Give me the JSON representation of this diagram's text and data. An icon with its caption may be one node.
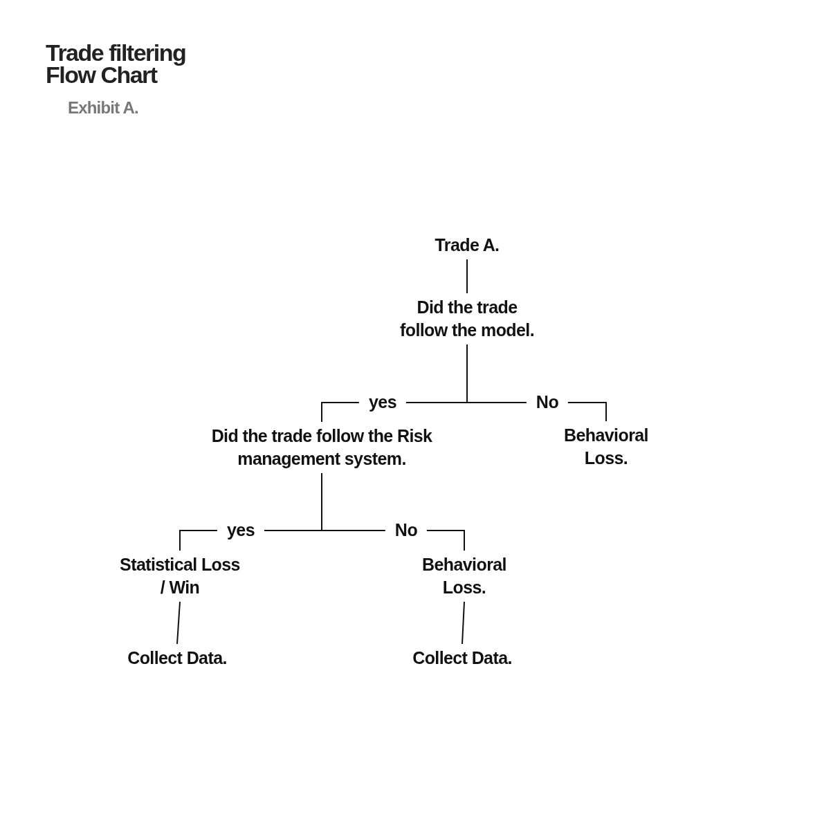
{
  "diagram": {
    "title": "Trade filtering Flow Chart",
    "nodes": [
      {
        "text": [
          "Trade A."
        ]
      },
      {
        "text": [
          "Did the trade follow the model."
        ]
      },
      {
        "text": [
          "Did the trade follow the Risk management system."
        ]
      },
      {
        "text": [
          "Behavioral Loss."
        ]
      },
      {
        "text": [
          "Statistical Loss / Win"
        ]
      },
      {
        "text": [
          "Behavioral Loss."
        ]
      },
      {
        "text": [
          "Collect Data."
        ]
      },
      {
        "text": [
          "Collect Data."
        ]
      }
    ],
    "edges": [
      {
        "from": 0,
        "to": 1,
        "arrow": "none"
      },
      {
        "from": 1,
        "to": 2,
        "arrow": "none",
        "label": "yes"
      },
      {
        "from": 1,
        "to": 3,
        "arrow": "none",
        "label": "No"
      },
      {
        "from": 2,
        "to": 4,
        "arrow": "none",
        "label": "yes"
      },
      {
        "from": 2,
        "to": 5,
        "arrow": "none",
        "label": "No"
      },
      {
        "from": 4,
        "to": 6,
        "arrow": "none"
      },
      {
        "from": 5,
        "to": 7,
        "arrow": "none"
      }
    ],
    "labels": [
      "Exhibit A."
    ]
  }
}
